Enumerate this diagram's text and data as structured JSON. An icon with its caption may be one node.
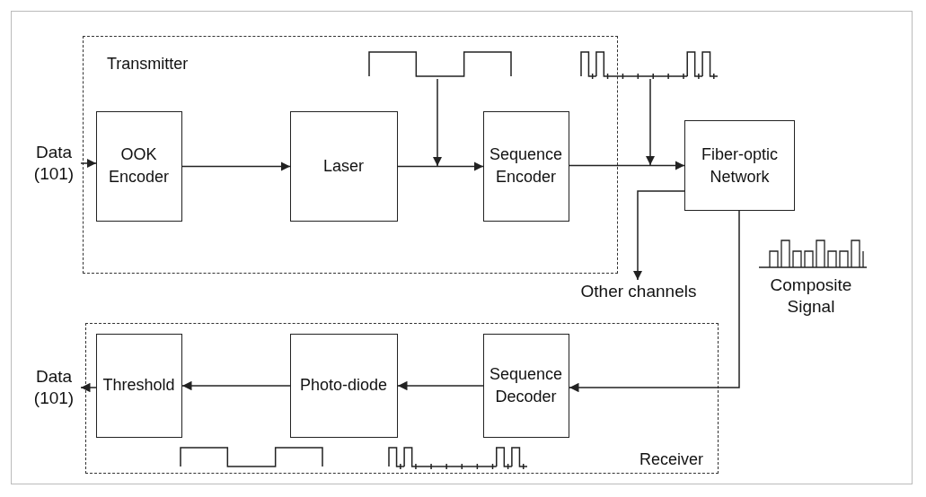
{
  "diagram": {
    "nodes": [
      {
        "text": [
          "Transmitter"
        ]
      },
      {
        "text": [
          "Data (101)"
        ]
      },
      {
        "text": [
          "OOK Encoder"
        ],
        "in": 0
      },
      {
        "text": [
          "Laser"
        ],
        "in": 0
      },
      {
        "text": [],
        "shape": "waveform",
        "in": 0
      },
      {
        "text": [
          "Sequence Encoder"
        ],
        "in": 0
      },
      {
        "text": [],
        "shape": "waveform"
      },
      {
        "text": [
          "Fiber-optic Network"
        ]
      },
      {
        "text": [
          "Other channels"
        ]
      },
      {
        "text": [
          "Receiver"
        ]
      },
      {
        "text": [
          "Data (101)"
        ]
      },
      {
        "text": [
          "Threshold"
        ],
        "in": 9
      },
      {
        "text": [
          "Photo-diode"
        ],
        "in": 9
      },
      {
        "text": [
          "Sequence Decoder"
        ],
        "in": 9
      }
    ],
    "edges": [
      {
        "from": 1,
        "to": 2,
        "arrow": "to"
      },
      {
        "from": 2,
        "to": 3,
        "arrow": "to"
      },
      {
        "from": 3,
        "to": 5,
        "arrow": "to"
      },
      {
        "from": 5,
        "to": 7,
        "arrow": "to"
      },
      {
        "from": 4,
        "to": null,
        "arrow": "to"
      },
      {
        "from": 6,
        "to": null,
        "arrow": "to"
      },
      {
        "from": 7,
        "to": 8,
        "arrow": "to"
      },
      {
        "from": 7,
        "to": 13,
        "arrow": "to"
      },
      {
        "from": 13,
        "to": 12,
        "arrow": "to"
      },
      {
        "from": 12,
        "to": 11,
        "arrow": "to"
      },
      {
        "from": 11,
        "to": 10,
        "arrow": "to"
      }
    ],
    "labels": [
      "Composite Signal"
    ]
  }
}
